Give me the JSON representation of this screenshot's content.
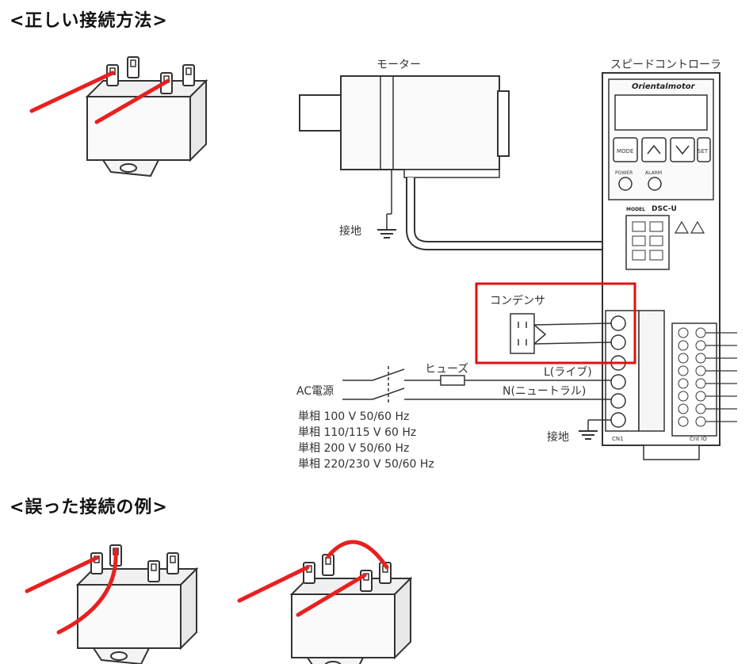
{
  "headings": {
    "correct": "<正しい接続方法>",
    "wrong": "<誤った接続の例>"
  },
  "labels": {
    "motor": "モーター",
    "controller": "スピードコントローラ",
    "brand": "Orientalmotor",
    "model_prefix": "MODEL",
    "model": "DSC-U",
    "btn_mode": "MODE",
    "btn_set": "SET",
    "power": "POWER",
    "alarm": "ALARM",
    "ground1": "接地",
    "ground2": "接地",
    "capacitor": "コンデンサ",
    "fuse": "ヒューズ",
    "live": "L(ライブ)",
    "neutral": "N(ニュートラル)",
    "ac_power": "AC電源",
    "cn1": "CN1",
    "cn4": "Cnt IO"
  },
  "specs": [
    "単相 100 V 50/60 Hz",
    "単相 110/115 V 60 Hz",
    "単相 200 V 50/60 Hz",
    "単相 220/230 V 50/60 Hz"
  ],
  "colors": {
    "highlight": "#e01010",
    "wire": "#e82020",
    "line": "#333333"
  }
}
